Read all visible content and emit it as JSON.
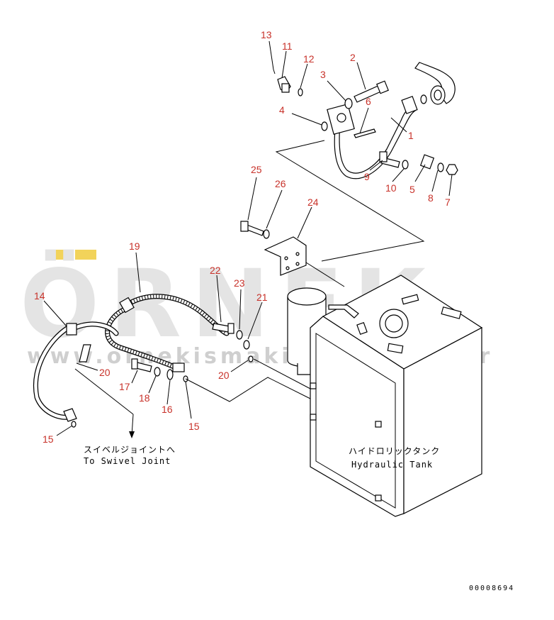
{
  "watermark": {
    "brand": "ÖRNEK",
    "url": "www.ornekismakinalari.com.tr",
    "accent_color": "#f2d35a",
    "text_color": "#e4e4e4"
  },
  "part_numbers": [
    {
      "id": "p13",
      "label": "13"
    },
    {
      "id": "p11",
      "label": "11"
    },
    {
      "id": "p12",
      "label": "12"
    },
    {
      "id": "p2",
      "label": "2"
    },
    {
      "id": "p3",
      "label": "3"
    },
    {
      "id": "p6",
      "label": "6"
    },
    {
      "id": "p4",
      "label": "4"
    },
    {
      "id": "p1",
      "label": "1"
    },
    {
      "id": "p9",
      "label": "9"
    },
    {
      "id": "p10",
      "label": "10"
    },
    {
      "id": "p5",
      "label": "5"
    },
    {
      "id": "p8",
      "label": "8"
    },
    {
      "id": "p7",
      "label": "7"
    },
    {
      "id": "p25",
      "label": "25"
    },
    {
      "id": "p26",
      "label": "26"
    },
    {
      "id": "p24",
      "label": "24"
    },
    {
      "id": "p19",
      "label": "19"
    },
    {
      "id": "p22",
      "label": "22"
    },
    {
      "id": "p23",
      "label": "23"
    },
    {
      "id": "p21",
      "label": "21"
    },
    {
      "id": "p14",
      "label": "14"
    },
    {
      "id": "p20a",
      "label": "20"
    },
    {
      "id": "p17",
      "label": "17"
    },
    {
      "id": "p18",
      "label": "18"
    },
    {
      "id": "p16",
      "label": "16"
    },
    {
      "id": "p20b",
      "label": "20"
    },
    {
      "id": "p15a",
      "label": "15"
    },
    {
      "id": "p15b",
      "label": "15"
    }
  ],
  "labels": {
    "swivel_jp": "スイベルジョイントへ",
    "swivel_en": "To Swivel Joint",
    "tank_jp": "ハイドロリックタンク",
    "tank_en": "Hydraulic Tank"
  },
  "drawing_code": "00008694"
}
